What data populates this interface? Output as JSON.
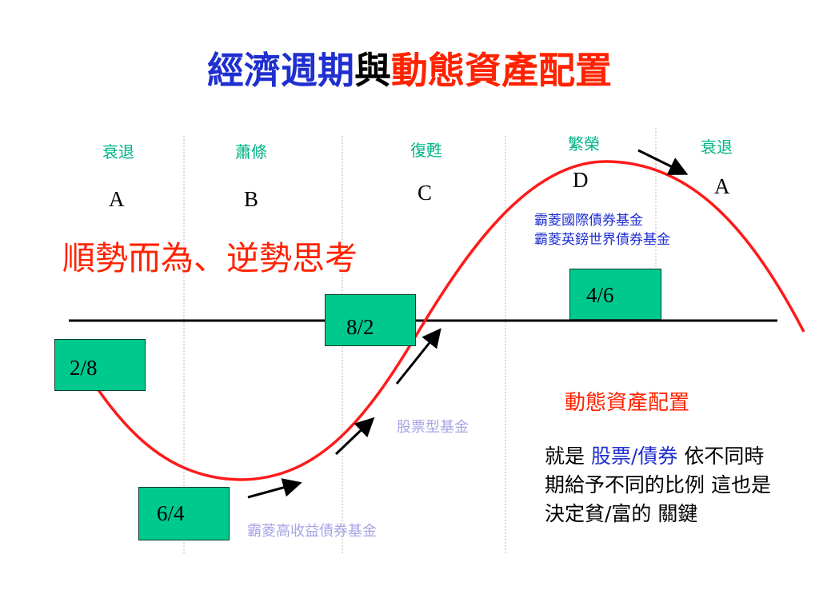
{
  "title": {
    "part1": "經濟週期",
    "part2": "與",
    "part3": "動態資產配置"
  },
  "phases": [
    {
      "label": "衰退",
      "letter": "A"
    },
    {
      "label": "蕭條",
      "letter": "B"
    },
    {
      "label": "復甦",
      "letter": "C"
    },
    {
      "label": "繁榮",
      "letter": "D"
    },
    {
      "label": "衰退",
      "letter": "A"
    }
  ],
  "motto": "順勢而為、逆勢思考",
  "allocations": {
    "recession": "2/8",
    "depression": "6/4",
    "recovery": "8/2",
    "boom": "4/6"
  },
  "funds": {
    "boom_line1": "霸菱國際債券基金",
    "boom_line2": "霸菱英鎊世界債券基金",
    "recovery": "股票型基金",
    "depression": "霸菱高收益債券基金"
  },
  "dynamic_allocation": {
    "title": "動態資產配置",
    "text_before": "就是",
    "highlight": "股票/債券",
    "text_after": "依不同時期給予不同的比例 這也是決定貧/富的 關鍵"
  },
  "colors": {
    "curve": "#ff1a1a",
    "box_fill": "#00c98d",
    "phase_label": "#00b386",
    "title_blue": "#1f2fd0",
    "title_red": "#ff2200",
    "fund_light": "#a7a3e6"
  }
}
